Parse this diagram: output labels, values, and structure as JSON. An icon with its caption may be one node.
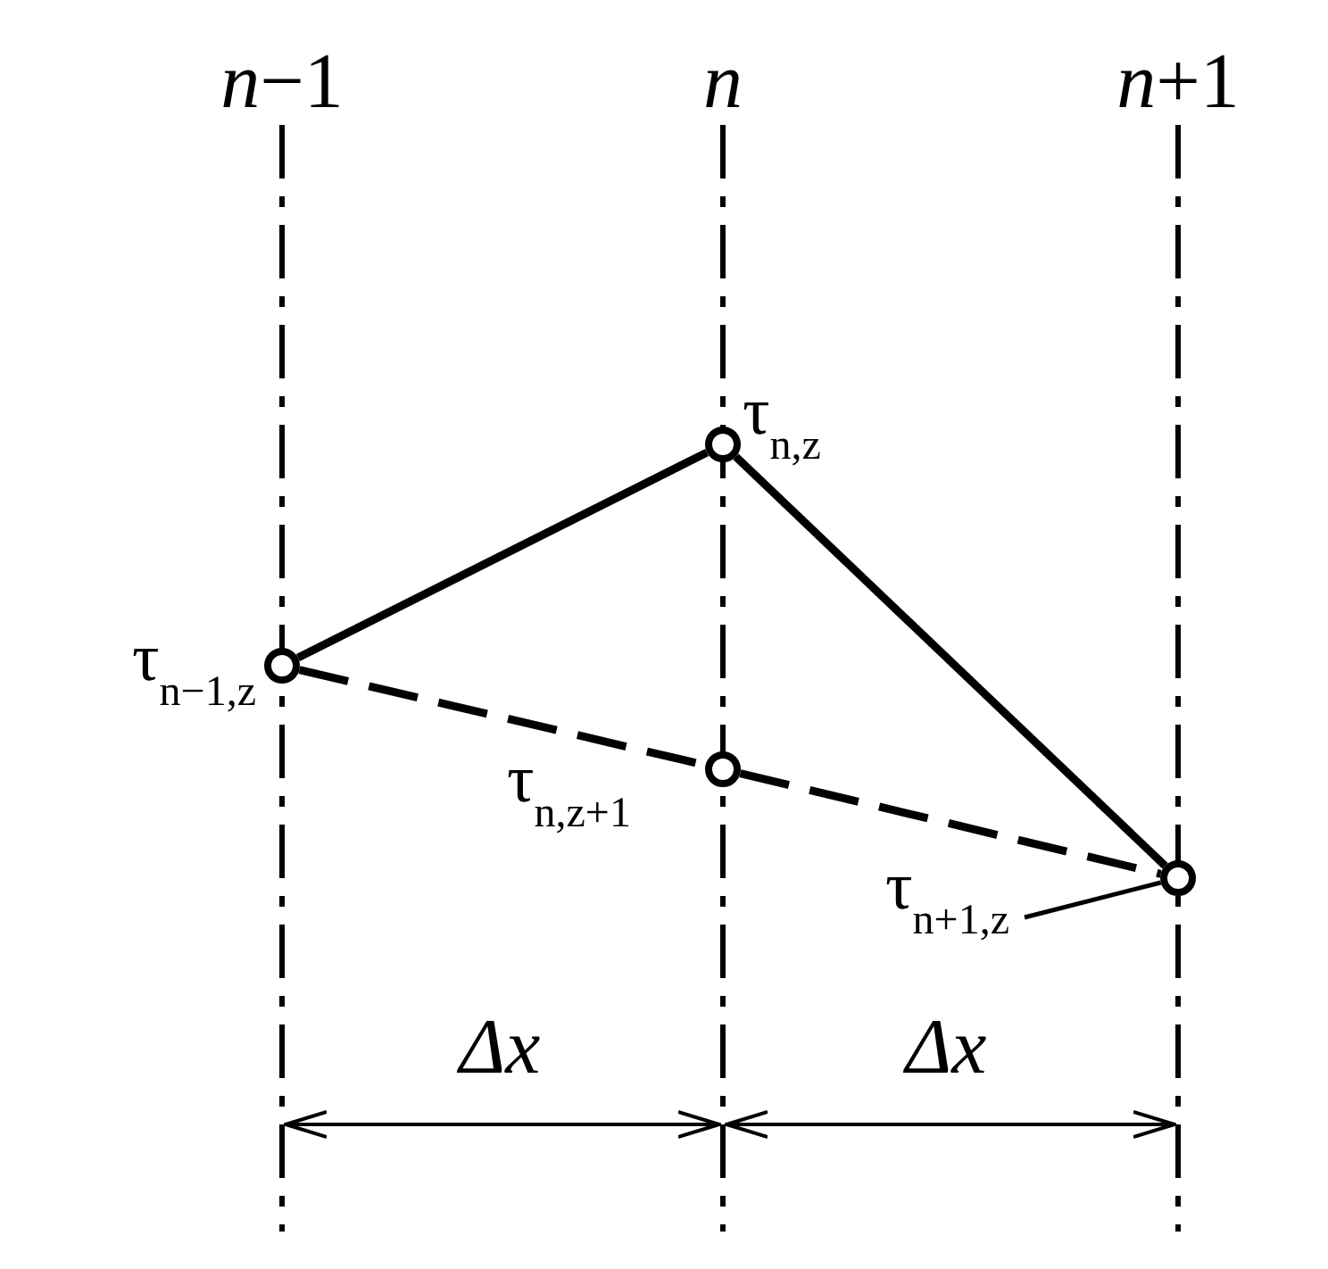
{
  "diagram": {
    "nodes": [
      {
        "text": [],
        "shape": "circle",
        "beside": [
          "τ$_{n,z}$"
        ]
      },
      {
        "text": [],
        "shape": "circle",
        "beside": [
          "τ$_{n−1,z}$"
        ]
      },
      {
        "text": [],
        "shape": "circle",
        "beside": [
          "τ$_{n,z+1}$"
        ]
      },
      {
        "text": [],
        "shape": "circle"
      },
      {
        "text": [
          "τ$_{n+1,z}$"
        ]
      }
    ],
    "edges": [
      {
        "from": 1,
        "to": 0,
        "arrow": "none"
      },
      {
        "from": 0,
        "to": 3,
        "arrow": "none"
      },
      {
        "from": 1,
        "to": 2,
        "arrow": "none",
        "style": "dashed"
      },
      {
        "from": 2,
        "to": 3,
        "arrow": "none",
        "style": "dashed"
      },
      {
        "from": 4,
        "to": 3,
        "arrow": "none"
      }
    ],
    "labels": [
      "*n*−1",
      "n",
      "*n*+1",
      "Δx",
      "Δx"
    ]
  }
}
